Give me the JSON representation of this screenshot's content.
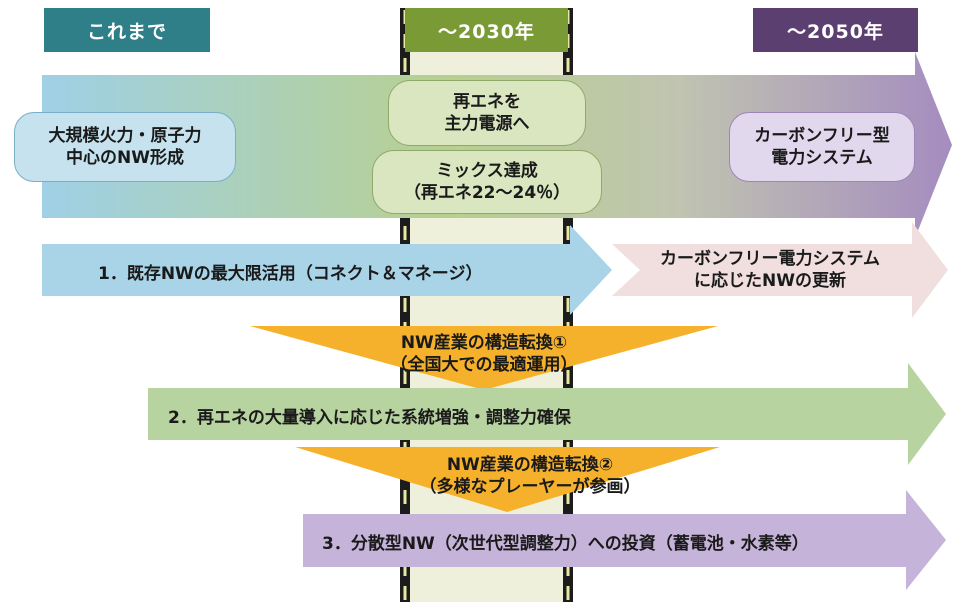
{
  "headers": {
    "past": "これまで",
    "y2030": "～2030年",
    "y2050": "～2050年"
  },
  "top_band": {
    "left_box": [
      "大規模火力・原子力",
      "中心のNW形成"
    ],
    "mid_box_1": [
      "再エネを",
      "主力電源へ"
    ],
    "mid_box_2": [
      "ミックス達成",
      "（再エネ22～24％）"
    ],
    "right_box": [
      "カーボンフリー型",
      "電力システム"
    ]
  },
  "arrows": {
    "a1": "1．既存NWの最大限活用（コネクト＆マネージ）",
    "a1_next": [
      "カーボンフリー電力システム",
      "に応じたNWの更新"
    ],
    "a2": "2．再エネの大量導入に応じた系統増強・調整力確保",
    "a3": "3．分散型NW（次世代型調整力）への投資（蓄電池・水素等）"
  },
  "triangles": {
    "t1": [
      "NW産業の構造転換①",
      "（全国大での最適運用）"
    ],
    "t2": [
      "NW産業の構造転換②",
      "（多様なプレーヤーが参画）"
    ]
  },
  "colors": {
    "past_header": "#2f7f88",
    "y2030_header": "#7a9a35",
    "y2050_header": "#5b3f70",
    "band_start": "#9fd0e6",
    "band_mid": "#b7d08f",
    "band_end": "#a58cc0",
    "arrow1": "#a9d4e8",
    "arrow1_next": "#f1dede",
    "arrow2": "#b7d3a0",
    "arrow3": "#c6b3d9",
    "triangle": "#f6b12c"
  }
}
